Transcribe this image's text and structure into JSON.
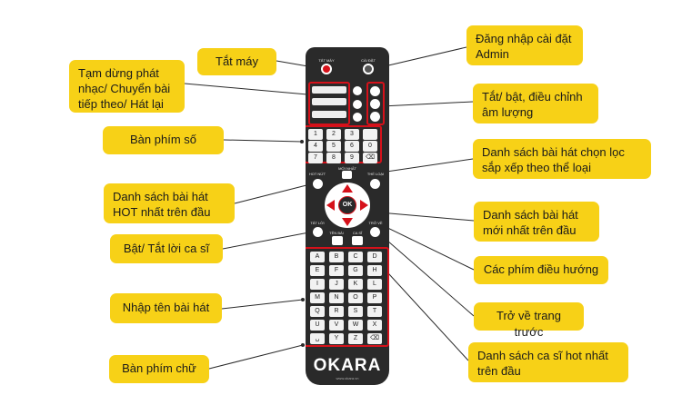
{
  "callouts": {
    "tat_may": "Tắt máy",
    "tam_dung": "Tạm dừng phát nhạc/ Chuyển bài tiếp theo/ Hát lại",
    "ban_phim_so": "Bàn phím số",
    "ds_hot": "Danh sách bài hát HOT nhất trên đầu",
    "bat_tat_loi": "Bật/ Tắt lời ca sĩ",
    "nhap_ten": "Nhập tên bài hát",
    "ban_phim_chu": "Bàn phím chữ",
    "dang_nhap": "Đăng nhập cài đặt Admin",
    "am_luong": "Tắt/ bật, điều chỉnh âm lượng",
    "the_loai": "Danh sách bài hát chọn lọc sắp xếp theo thể loại",
    "moi_nhat": "Danh sách bài hát mới nhất trên đầu",
    "dieu_huong": "Các phím điều hướng",
    "tro_ve": "Trở về trang trước",
    "ca_si_hot": "Danh sách ca sĩ hot nhất trên đầu"
  },
  "remote": {
    "brand": "OKARA",
    "brand_url": "www.okara.vn",
    "labels": {
      "power": "TẮT MÁY",
      "settings": "CÀI ĐẶT",
      "hot": "HOT NỨT",
      "new": "MỚI NHẤT",
      "genre": "THỂ LOẠI",
      "lyrics": "TẮT LỜI",
      "back": "TRỞ VỀ",
      "search": "TÊN BÀI",
      "singer": "CA SĨ",
      "ok": "OK"
    },
    "number_keys": [
      "1",
      "2",
      "3",
      "",
      "4",
      "5",
      "6",
      "0",
      "7",
      "8",
      "9",
      "⌫"
    ],
    "letter_keys": [
      "A",
      "B",
      "C",
      "D",
      "E",
      "F",
      "G",
      "H",
      "I",
      "J",
      "K",
      "L",
      "M",
      "N",
      "O",
      "P",
      "Q",
      "R",
      "S",
      "T",
      "U",
      "V",
      "W",
      "X",
      "␣",
      "Y",
      "Z",
      "⌫"
    ]
  },
  "colors": {
    "callout": "#f7d117",
    "highlight": "#d6111a",
    "remote_body": "#2a2a2a"
  }
}
